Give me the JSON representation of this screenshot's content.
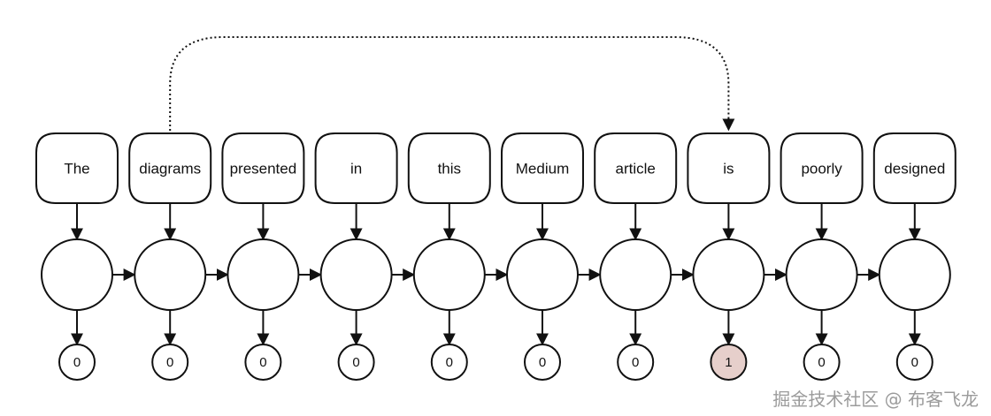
{
  "tokens": [
    {
      "word": "The",
      "output": "0",
      "highlight": false
    },
    {
      "word": "diagrams",
      "output": "0",
      "highlight": false
    },
    {
      "word": "presented",
      "output": "0",
      "highlight": false
    },
    {
      "word": "in",
      "output": "0",
      "highlight": false
    },
    {
      "word": "this",
      "output": "0",
      "highlight": false
    },
    {
      "word": "Medium",
      "output": "0",
      "highlight": false
    },
    {
      "word": "article",
      "output": "0",
      "highlight": false
    },
    {
      "word": "is",
      "output": "1",
      "highlight": true
    },
    {
      "word": "poorly",
      "output": "0",
      "highlight": false
    },
    {
      "word": "designed",
      "output": "0",
      "highlight": false
    }
  ],
  "dependency": {
    "from_index": 1,
    "to_index": 7
  },
  "colors": {
    "stroke": "#111111",
    "highlight_fill": "#e6cfcb",
    "node_fill": "#ffffff"
  },
  "watermark": "掘金技术社区 @ 布客飞龙"
}
